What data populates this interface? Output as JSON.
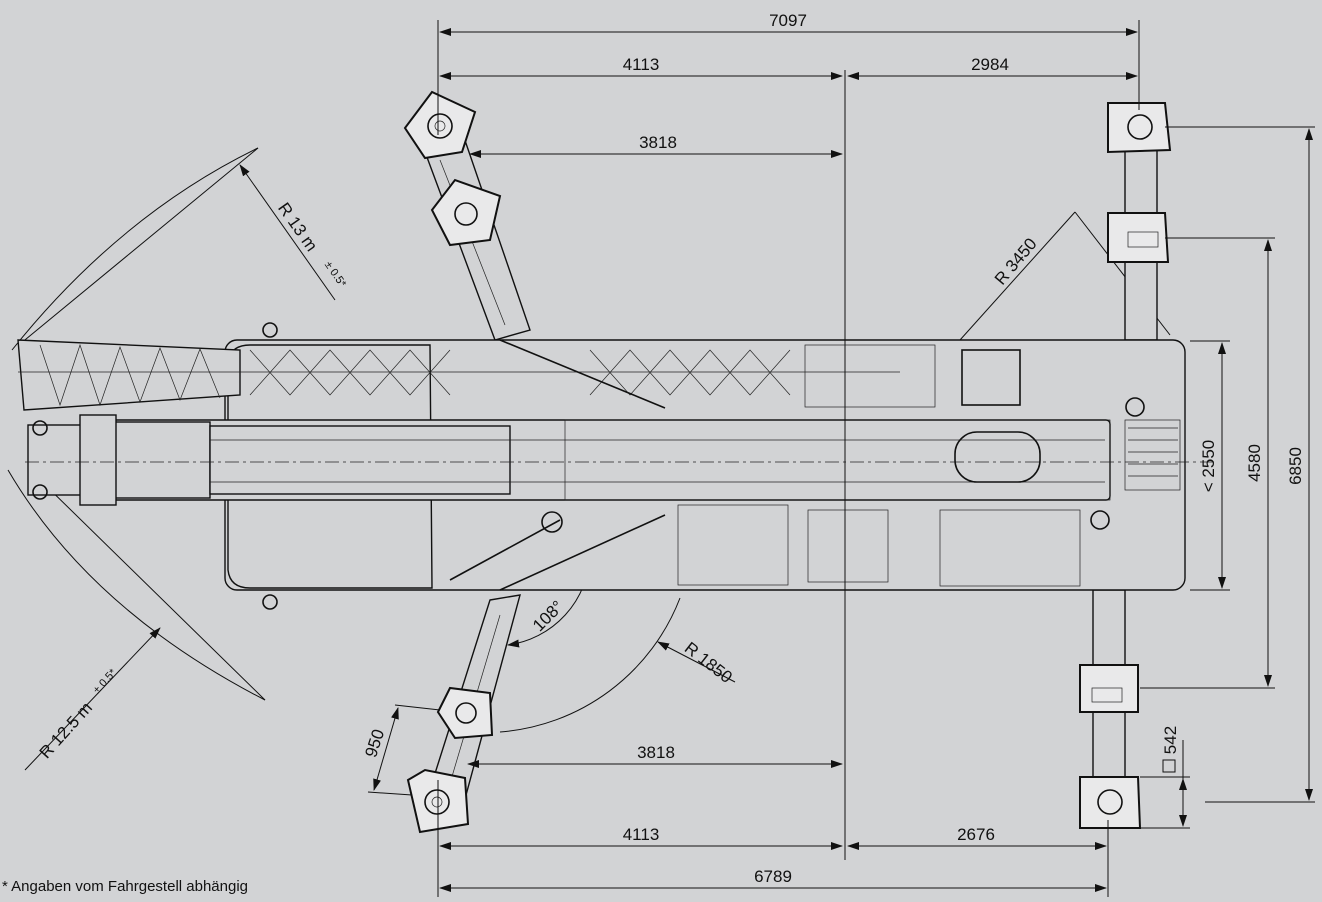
{
  "dimensions": {
    "d7097": "7097",
    "d4113_top": "4113",
    "d2984": "2984",
    "d3818_top": "3818",
    "d3818_bottom": "3818",
    "d4113_bottom": "4113",
    "d2676": "2676",
    "d6789": "6789",
    "d6850": "6850",
    "d4580": "4580",
    "d2550": "< 2550",
    "d542": "542",
    "d950": "950",
    "angle": "108°",
    "r1850": "R 1850",
    "r3450": "R 3450",
    "r13_main": "R 13 m",
    "r13_tol": "± 0.5*",
    "r125_main": "R 12.5 m",
    "r125_tol": "± 0.5*"
  },
  "footnote": "* Angaben vom Fahrgestell abhängig",
  "colors": {
    "background": "#d2d3d5",
    "line": "#111111"
  }
}
